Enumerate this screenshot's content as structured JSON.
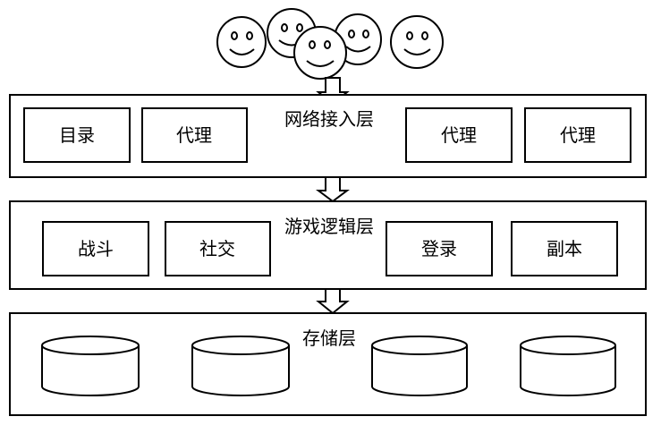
{
  "layers": {
    "network": {
      "label": "网络接入层",
      "boxes": [
        "目录",
        "代理",
        "代理",
        "代理"
      ]
    },
    "logic": {
      "label": "游戏逻辑层",
      "boxes": [
        "战斗",
        "社交",
        "登录",
        "副本"
      ]
    },
    "storage": {
      "label": "存储层",
      "cylinder_count": 4
    }
  },
  "users": {
    "count": 5,
    "icon": "smiley-face-icon"
  },
  "colors": {
    "stroke": "#000000",
    "fill": "#ffffff"
  }
}
